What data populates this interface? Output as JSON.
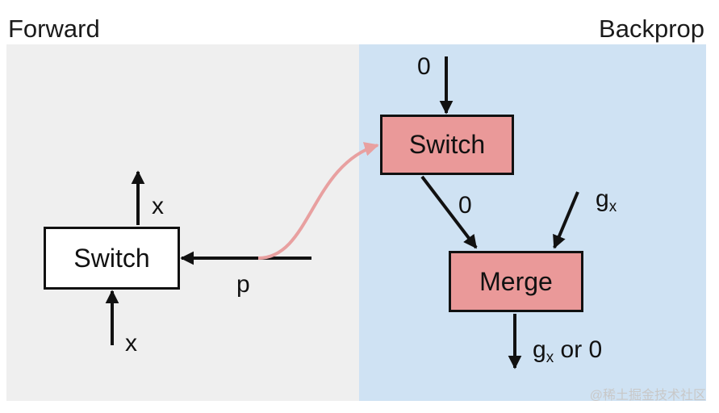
{
  "headings": {
    "forward": "Forward",
    "backprop": "Backprop"
  },
  "forward": {
    "switch_label": "Switch",
    "output_label": "x",
    "input_label": "x",
    "predicate_label": "p"
  },
  "backprop": {
    "switch_label": "Switch",
    "merge_label": "Merge",
    "switch_input_label": "0",
    "switch_output_label": "0",
    "gradient_label": "g",
    "gradient_subscript": "x",
    "output_g": "g",
    "output_subscript": "x",
    "output_rest": " or 0"
  },
  "watermark": "@稀土掘金技术社区",
  "colors": {
    "forward_bg": "#efefef",
    "backprop_bg": "#cfe2f3",
    "node_fill": "#ea9999",
    "link_curve": "#e8a0a0",
    "edge": "#111111"
  }
}
